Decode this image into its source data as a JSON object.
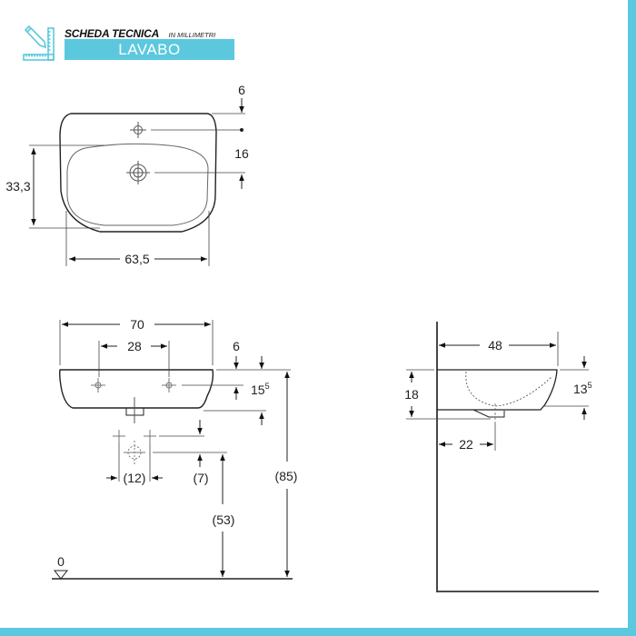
{
  "header": {
    "title": "SCHEDA TECNICA",
    "unit_note": "IN MILLIMETRI",
    "product": "LAVABO",
    "logo_icon": "pencil-ruler-icon",
    "accent_color": "#5bc8de"
  },
  "top_view": {
    "dim_width": "63,5",
    "dim_depth": "33,3",
    "dim_tap_offset": "6",
    "dim_tap_to_drain": "16"
  },
  "front_view": {
    "dim_overall_width": "70",
    "dim_fixing_spacing": "28",
    "dim_top_offset": "6",
    "dim_fixing_height": "15",
    "dim_fixing_height_sup": "5",
    "dim_supply_spacing": "(12)",
    "dim_supply_offset": "(7)",
    "dim_drain_height": "(53)",
    "dim_total_height": "(85)",
    "floor_level": "0"
  },
  "side_view": {
    "dim_projection": "48",
    "dim_height": "18",
    "dim_fixing_height": "13",
    "dim_fixing_height_sup": "5",
    "dim_drain_from_wall": "22"
  }
}
